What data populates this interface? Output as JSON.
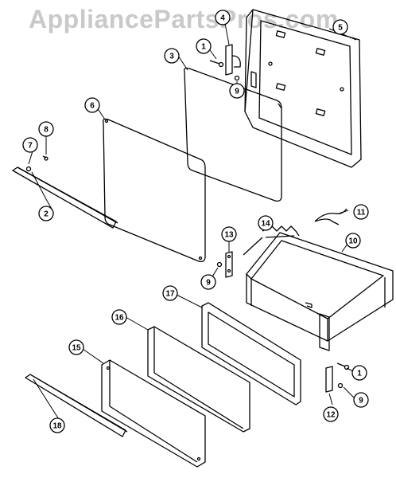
{
  "watermark": "AppliancePartsPros.com",
  "callouts": [
    {
      "id": "c1a",
      "label": "1"
    },
    {
      "id": "c1b",
      "label": "1"
    },
    {
      "id": "c2",
      "label": "2"
    },
    {
      "id": "c3",
      "label": "3"
    },
    {
      "id": "c4",
      "label": "4"
    },
    {
      "id": "c5",
      "label": "5"
    },
    {
      "id": "c6",
      "label": "6"
    },
    {
      "id": "c7",
      "label": "7"
    },
    {
      "id": "c8",
      "label": "8"
    },
    {
      "id": "c9a",
      "label": "9"
    },
    {
      "id": "c9b",
      "label": "9"
    },
    {
      "id": "c9c",
      "label": "9"
    },
    {
      "id": "c10",
      "label": "10"
    },
    {
      "id": "c11",
      "label": "11"
    },
    {
      "id": "c12",
      "label": "12"
    },
    {
      "id": "c13",
      "label": "13"
    },
    {
      "id": "c14",
      "label": "14"
    },
    {
      "id": "c15",
      "label": "15"
    },
    {
      "id": "c16",
      "label": "16"
    },
    {
      "id": "c17",
      "label": "17"
    },
    {
      "id": "c18",
      "label": "18"
    }
  ]
}
